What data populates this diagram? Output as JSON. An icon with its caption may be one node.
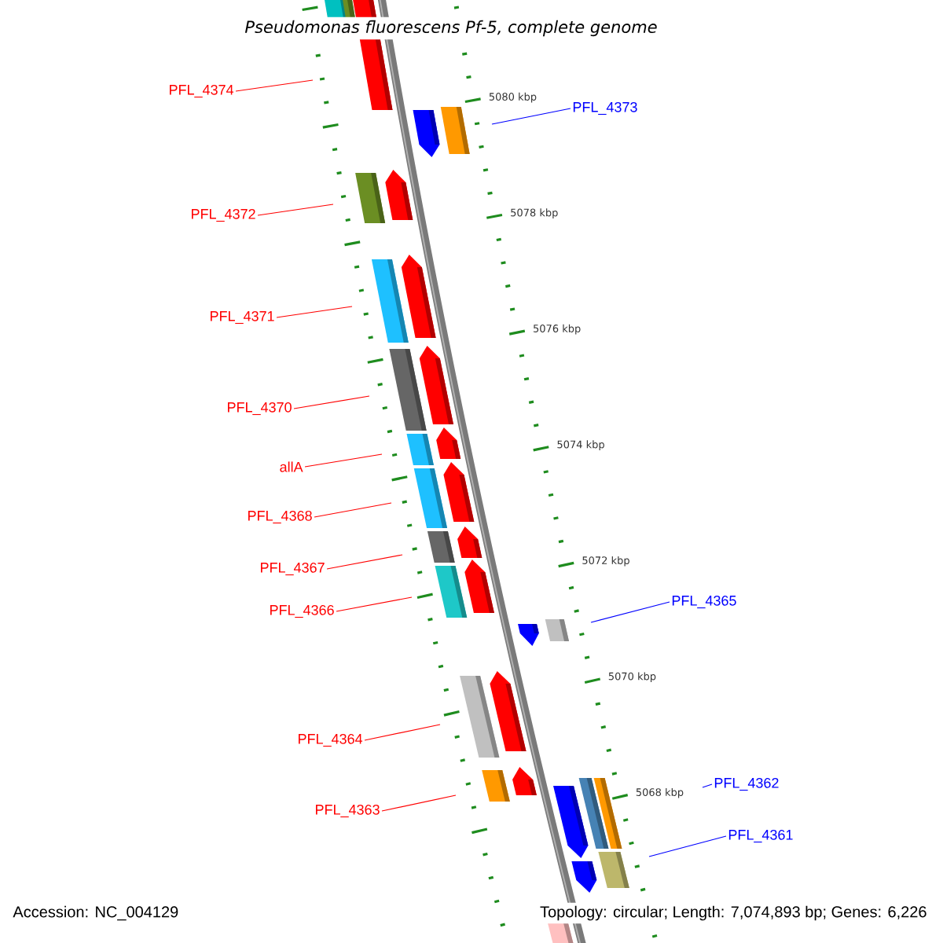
{
  "diagram": {
    "title": "Pseudomonas fluorescens Pf-5, complete genome",
    "nodes": [
      {
        "text": [
          "PFL_4374"
        ]
      },
      {
        "text": [
          "PFL_4373"
        ]
      },
      {
        "text": [
          "PFL_4372"
        ]
      },
      {
        "text": [
          "PFL_4371"
        ]
      },
      {
        "text": [
          "PFL_4370"
        ]
      },
      {
        "text": [
          "allA"
        ]
      },
      {
        "text": [
          "PFL_4368"
        ]
      },
      {
        "text": [
          "PFL_4367"
        ]
      },
      {
        "text": [
          "PFL_4366"
        ]
      },
      {
        "text": [
          "PFL_4365"
        ]
      },
      {
        "text": [
          "PFL_4364"
        ]
      },
      {
        "text": [
          "PFL_4363"
        ]
      },
      {
        "text": [
          "PFL_4362"
        ]
      },
      {
        "text": [
          "PFL_4361"
        ]
      }
    ],
    "edges": [
      {
        "from": 0,
        "to": null,
        "arrow": "none"
      },
      {
        "from": 1,
        "to": null,
        "arrow": "none",
        "color": "#0000ff"
      },
      {
        "from": 2,
        "to": null,
        "arrow": "none"
      },
      {
        "from": 3,
        "to": null,
        "arrow": "none"
      },
      {
        "from": 4,
        "to": null,
        "arrow": "none"
      },
      {
        "from": 5,
        "to": null,
        "arrow": "none"
      },
      {
        "from": 6,
        "to": null,
        "arrow": "none"
      },
      {
        "from": 7,
        "to": null,
        "arrow": "none"
      },
      {
        "from": 8,
        "to": null,
        "arrow": "none"
      },
      {
        "from": 9,
        "to": null,
        "arrow": "none",
        "color": "#0000ff"
      },
      {
        "from": 10,
        "to": null,
        "arrow": "none"
      },
      {
        "from": 11,
        "to": null,
        "arrow": "none"
      },
      {
        "from": 12,
        "to": null,
        "arrow": "none",
        "color": "#0000ff"
      },
      {
        "from": 13,
        "to": null,
        "arrow": "none",
        "color": "#0000ff"
      }
    ],
    "labels": [
      "5080 kbp",
      "5078 kbp",
      "5076 kbp",
      "5074 kbp",
      "5072 kbp",
      "5070 kbp",
      "5068 kbp",
      "Accession: NC_004129",
      "Topology: circular; Length: 7,074,893 bp; Genes: 6,226"
    ]
  }
}
